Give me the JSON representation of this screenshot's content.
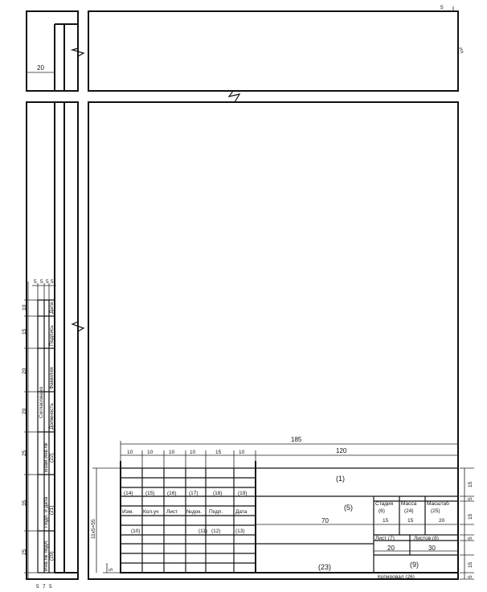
{
  "top_section": {
    "dim_left": "20",
    "dim_top": "5",
    "dim_right": "5"
  },
  "left_stamp": {
    "col_dims": [
      "5",
      "5",
      "5",
      "5"
    ],
    "row_dims": [
      "10",
      "15",
      "20",
      "20",
      "25",
      "35",
      "25"
    ],
    "bottom_dims": [
      "5",
      "7",
      "5"
    ],
    "header": "Согласовано",
    "fields": [
      "Должность",
      "Фамилия",
      "Подпись",
      "Дата"
    ],
    "bottom_fields": [
      {
        "label": "Взам.инв.№",
        "num": "(22)"
      },
      {
        "label": "Подп. и дата",
        "num": "(21)"
      },
      {
        "label": "Инв.№ подл.",
        "num": "(20)"
      }
    ]
  },
  "title_block": {
    "total_width": "185",
    "right_width": "120",
    "col_widths": [
      "10",
      "10",
      "10",
      "10",
      "15",
      "10"
    ],
    "upper_nums": [
      "(14)",
      "(15)",
      "(16)",
      "(17)",
      "(18)",
      "(19)"
    ],
    "headers": [
      "Изм.",
      "Кол.уч",
      "Лист",
      "№док.",
      "Подп.",
      "Дата"
    ],
    "lower_nums": [
      "(10)",
      "(11)",
      "(12)",
      "(13)"
    ],
    "height_dim": "11x5=55",
    "bottom_dim": "5",
    "field_1": "(1)",
    "field_5": "(5)",
    "dim_70": "70",
    "stage": {
      "label": "Стадия",
      "num": "(6)",
      "dim": "15"
    },
    "mass": {
      "label": "Масса",
      "num": "(24)",
      "dim": "15"
    },
    "scale": {
      "label": "Масштаб",
      "num": "(25)",
      "dim": "20"
    },
    "sheet": {
      "label": "Лист (7)",
      "dim": "20"
    },
    "sheets": {
      "label": "Листов (8)",
      "dim": "30"
    },
    "field_9": "(9)",
    "field_23": "(23)",
    "copied": "Копировал (26)",
    "right_dims": [
      "15",
      "5",
      "15",
      "5",
      "15",
      "5"
    ]
  }
}
